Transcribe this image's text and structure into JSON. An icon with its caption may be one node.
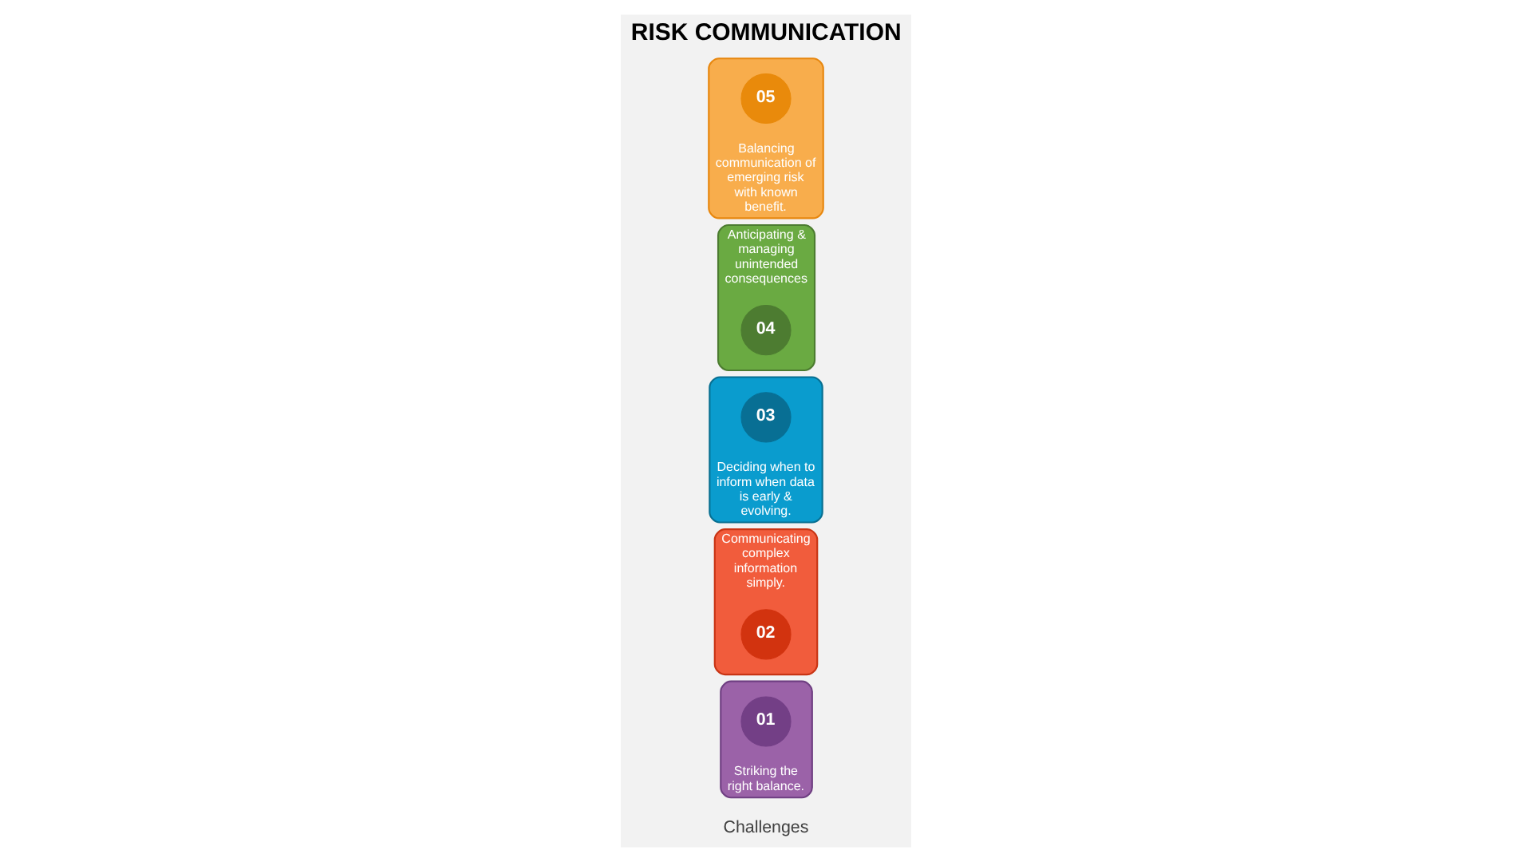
{
  "diagram": {
    "title": "RISK COMMUNICATION",
    "nodes": [
      {
        "text": [
          "Striking the right balance."
        ]
      },
      {
        "text": [
          "01"
        ],
        "in": 0
      },
      {
        "text": [
          "Communicating complex information simply."
        ]
      },
      {
        "text": [
          "02"
        ],
        "in": 2
      },
      {
        "text": [
          "Deciding when to inform when data is early & evolving."
        ]
      },
      {
        "text": [
          "03"
        ],
        "in": 4
      },
      {
        "text": [
          "Anticipating & managing unintended consequences"
        ]
      },
      {
        "text": [
          "04"
        ],
        "in": 6
      },
      {
        "text": [
          "Balancing communication of emerging risk with known benefit."
        ]
      },
      {
        "text": [
          "05"
        ],
        "in": 8
      }
    ],
    "edges": [],
    "labels": [
      "Challenges"
    ]
  }
}
